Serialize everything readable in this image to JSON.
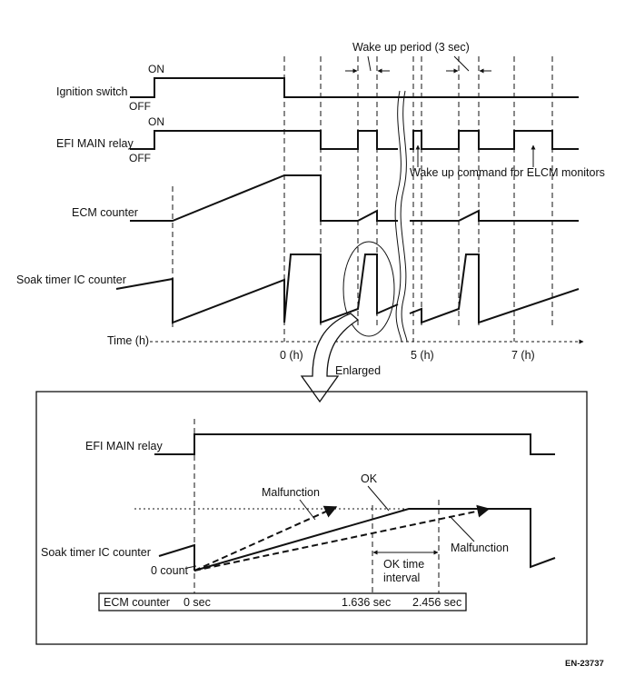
{
  "labels": {
    "wake_up_period": "Wake up period (3 sec)",
    "ignition_switch": "Ignition switch",
    "efi_main_relay": "EFI MAIN relay",
    "ecm_counter": "ECM counter",
    "soak_timer": "Soak timer IC counter",
    "time": "Time (h)",
    "on": "ON",
    "off": "OFF",
    "wake_up_command": "Wake up command for ELCM monitors",
    "t0": "0 (h)",
    "t5": "5 (h)",
    "t7": "7 (h)",
    "enlarged": "Enlarged",
    "figure_id": "EN-23737"
  },
  "detail": {
    "efi_main_relay": "EFI MAIN relay",
    "soak_timer": "Soak timer IC counter",
    "zero_count": "0 count",
    "malfunction": "Malfunction",
    "ok": "OK",
    "ok_time_line1": "OK time",
    "ok_time_line2": "interval",
    "ecm_counter": "ECM counter",
    "sec0": "0 sec",
    "sec1": "1.636 sec",
    "sec2": "2.456 sec"
  }
}
